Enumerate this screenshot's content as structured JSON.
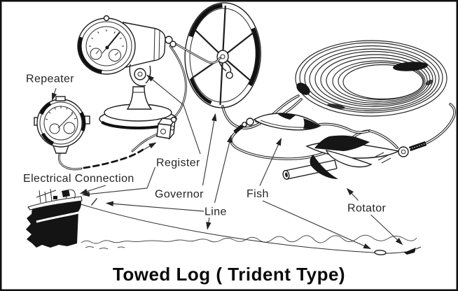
{
  "figure": {
    "caption": "Towed Log ( Trident Type)",
    "background_color": "#ffffff",
    "ink_color": "#1d1d1d",
    "labels": {
      "repeater": "Repeater",
      "electrical_connection": "Electrical Connection",
      "register": "Register",
      "governor": "Governor",
      "line": "Line",
      "fish": "Fish",
      "rotator": "Rotator"
    }
  }
}
